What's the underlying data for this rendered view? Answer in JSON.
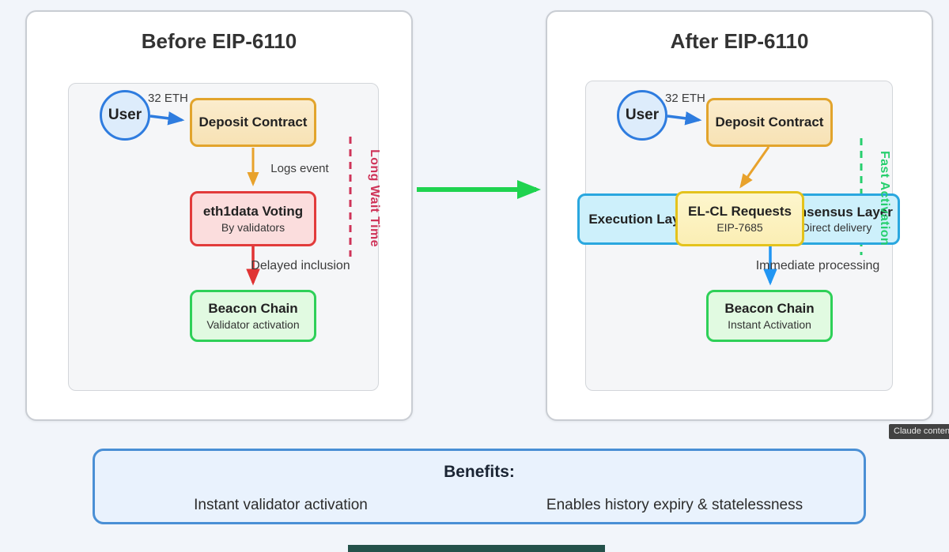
{
  "left": {
    "title": "Before EIP-6110",
    "user_label": "User",
    "eth_label": "32 ETH",
    "deposit": {
      "title": "Deposit Contract"
    },
    "logs_label": "Logs event",
    "voting": {
      "title": "eth1data Voting",
      "subtitle": "By validators"
    },
    "delayed_label": "Delayed inclusion",
    "beacon": {
      "title": "Beacon Chain",
      "subtitle": "Validator activation"
    },
    "wait_label": "Long Wait Time"
  },
  "right": {
    "title": "After EIP-6110",
    "user_label": "User",
    "eth_label": "32 ETH",
    "deposit": {
      "title": "Deposit Contract"
    },
    "execution": {
      "title": "Execution Layer"
    },
    "requests": {
      "title": "EL-CL Requests",
      "subtitle": "EIP-7685"
    },
    "consensus": {
      "title": "Consensus Layer",
      "subtitle": "Direct delivery"
    },
    "immediate_label": "Immediate processing",
    "beacon": {
      "title": "Beacon Chain",
      "subtitle": "Instant Activation"
    },
    "fast_label": "Fast Activation"
  },
  "benefits": {
    "title": "Benefits:",
    "items": [
      "Instant validator activation",
      "Enables history expiry & statelessness"
    ]
  },
  "badge": {
    "label": "Claude conten"
  },
  "colors": {
    "page_bg": "#f2f5fa",
    "accent_blue": "#2e7cdf",
    "accent_orange": "#e2a42c",
    "accent_red": "#e23b3b",
    "accent_green": "#2ed058",
    "accent_cyan": "#2aa7df",
    "accent_yellow": "#e4c31c",
    "wait_red": "#cf3459",
    "fast_green": "#27cf6e",
    "flow_green": "#1fd34f",
    "benefits_border": "#4a8fd5"
  }
}
